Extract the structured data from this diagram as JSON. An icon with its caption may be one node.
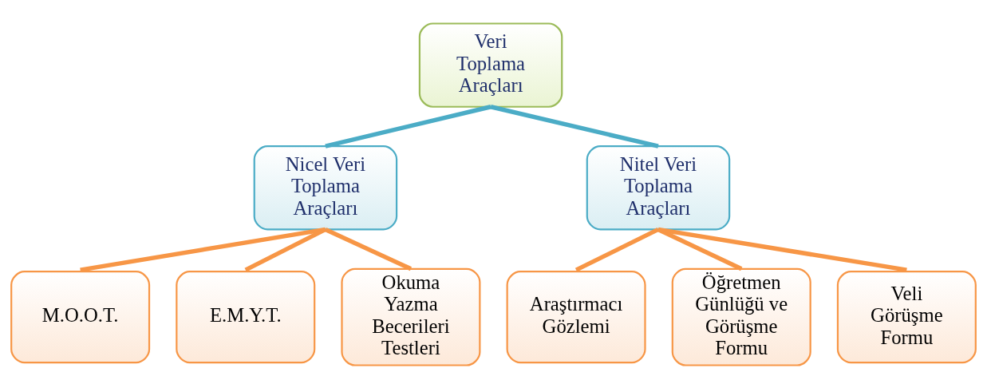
{
  "diagram": {
    "nodes": [
      {
        "text": [
          "Veri Toplama Araçları"
        ]
      },
      {
        "text": [
          "Nicel Veri Toplama Araçları"
        ]
      },
      {
        "text": [
          "Nitel Veri Toplama Araçları"
        ]
      },
      {
        "text": [
          "M.O.O.T."
        ]
      },
      {
        "text": [
          "E.M.Y.T."
        ]
      },
      {
        "text": [
          "Okuma Yazma Becerileri Testleri"
        ]
      },
      {
        "text": [
          "Araştırmacı Gözlemi"
        ]
      },
      {
        "text": [
          "Öğretmen Günlüğü ve Görüşme Formu"
        ]
      },
      {
        "text": [
          "Veli Görüşme Formu"
        ]
      }
    ],
    "edges": [
      {
        "from": 0,
        "to": 1,
        "arrow": "none",
        "color": "#4bacc6"
      },
      {
        "from": 0,
        "to": 2,
        "arrow": "none",
        "color": "#4bacc6"
      },
      {
        "from": 1,
        "to": 3,
        "arrow": "none"
      },
      {
        "from": 1,
        "to": 4,
        "arrow": "none"
      },
      {
        "from": 1,
        "to": 5,
        "arrow": "none"
      },
      {
        "from": 2,
        "to": 6,
        "arrow": "none"
      },
      {
        "from": 2,
        "to": 7,
        "arrow": "none"
      },
      {
        "from": 2,
        "to": 8,
        "arrow": "none"
      }
    ]
  }
}
